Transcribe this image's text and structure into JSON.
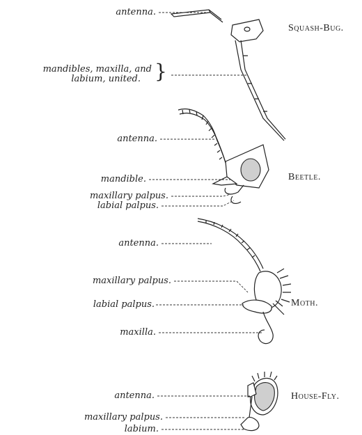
{
  "sections": [
    {
      "insect": "Squash-Bug.",
      "labels": [
        "antenna.",
        "mandibles, maxilla, and",
        "labium, united."
      ]
    },
    {
      "insect": "Beetle.",
      "labels": [
        "antenna.",
        "mandible.",
        "maxillary palpus.",
        "labial palpus."
      ]
    },
    {
      "insect": "Moth.",
      "labels": [
        "antenna.",
        "maxillary palpus.",
        "labial palpus.",
        "maxilla."
      ]
    },
    {
      "insect": "House-Fly.",
      "labels": [
        "antenna.",
        "maxillary palpus.",
        "labium."
      ]
    }
  ]
}
